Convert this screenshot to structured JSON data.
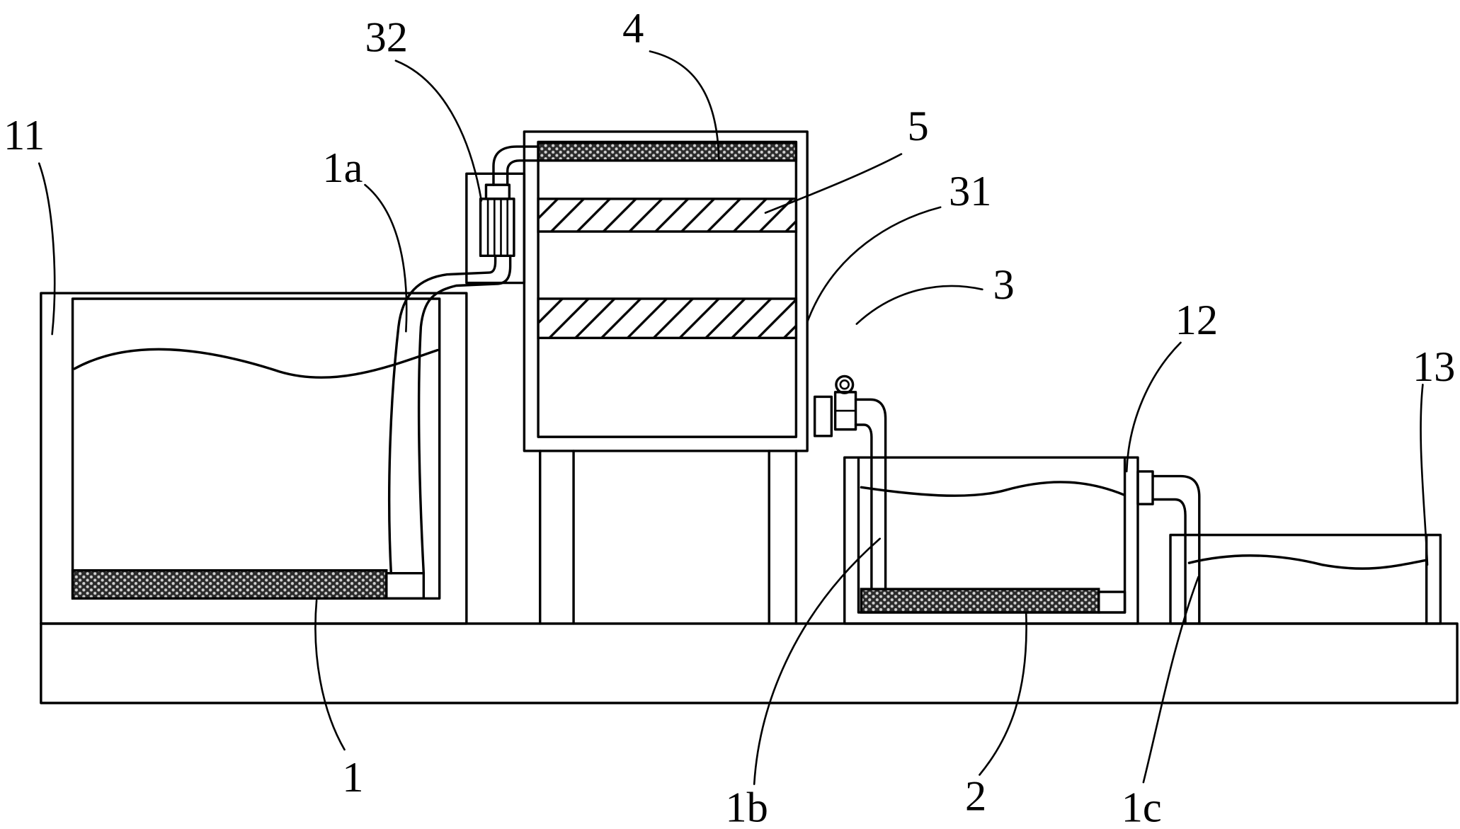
{
  "labels": {
    "first_tank": "11",
    "first_pipe": "1a",
    "pump": "32",
    "top_porous_plate": "4",
    "filter_layer": "5",
    "column_wall": "31",
    "treatment_column": "3",
    "second_tank": "12",
    "third_tank": "13",
    "first_porous_plate": "1",
    "second_pipe": "1b",
    "second_porous_plate": "2",
    "third_pipe": "1c"
  }
}
